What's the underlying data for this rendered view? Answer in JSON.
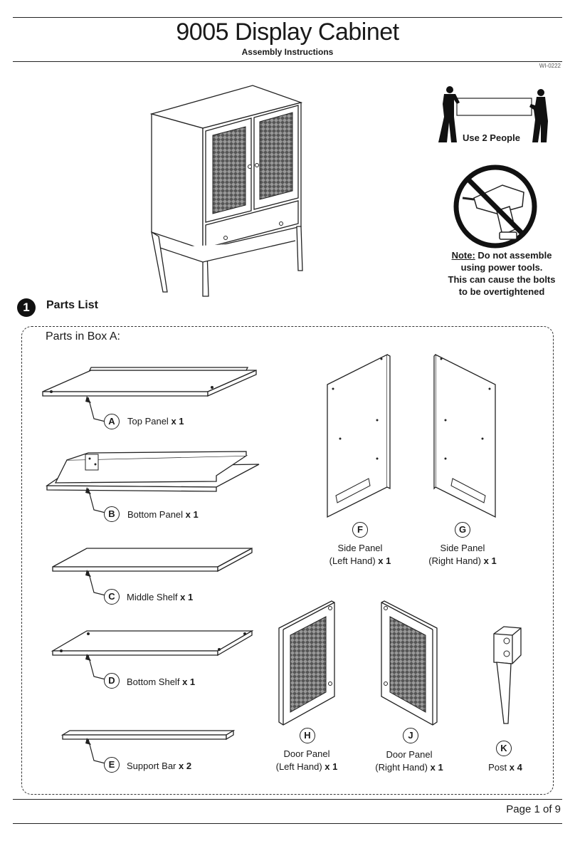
{
  "header": {
    "title": "9005 Display Cabinet",
    "subtitle": "Assembly Instructions",
    "doc_id": "WI-0222"
  },
  "people": {
    "label": "Use 2 People"
  },
  "warning": {
    "note_label": "Note:",
    "note_line1": "Do not assemble",
    "note_line2": "using power tools.",
    "note_line3": "This can cause the bolts",
    "note_line4": "to be overtightened"
  },
  "section": {
    "number": "1",
    "title": "Parts List"
  },
  "box": {
    "label": "Parts in Box A:"
  },
  "parts": {
    "A": {
      "letter": "A",
      "name": "Top Panel",
      "qty": "x 1"
    },
    "B": {
      "letter": "B",
      "name": "Bottom Panel",
      "qty": "x 1"
    },
    "C": {
      "letter": "C",
      "name": "Middle Shelf",
      "qty": "x 1"
    },
    "D": {
      "letter": "D",
      "name": "Bottom Shelf",
      "qty": "x 1"
    },
    "E": {
      "letter": "E",
      "name": "Support Bar",
      "qty": "x 2"
    },
    "F": {
      "letter": "F",
      "name_line1": "Side Panel",
      "name_line2": "(Left Hand)",
      "qty": "x 1"
    },
    "G": {
      "letter": "G",
      "name_line1": "Side Panel",
      "name_line2": "(Right Hand)",
      "qty": "x 1"
    },
    "H": {
      "letter": "H",
      "name_line1": "Door Panel",
      "name_line2": "(Left Hand)",
      "qty": "x 1"
    },
    "J": {
      "letter": "J",
      "name_line1": "Door Panel",
      "name_line2": "(Right Hand)",
      "qty": "x 1"
    },
    "K": {
      "letter": "K",
      "name": "Post",
      "qty": "x 4"
    }
  },
  "footer": {
    "page": "Page 1 of 9"
  }
}
